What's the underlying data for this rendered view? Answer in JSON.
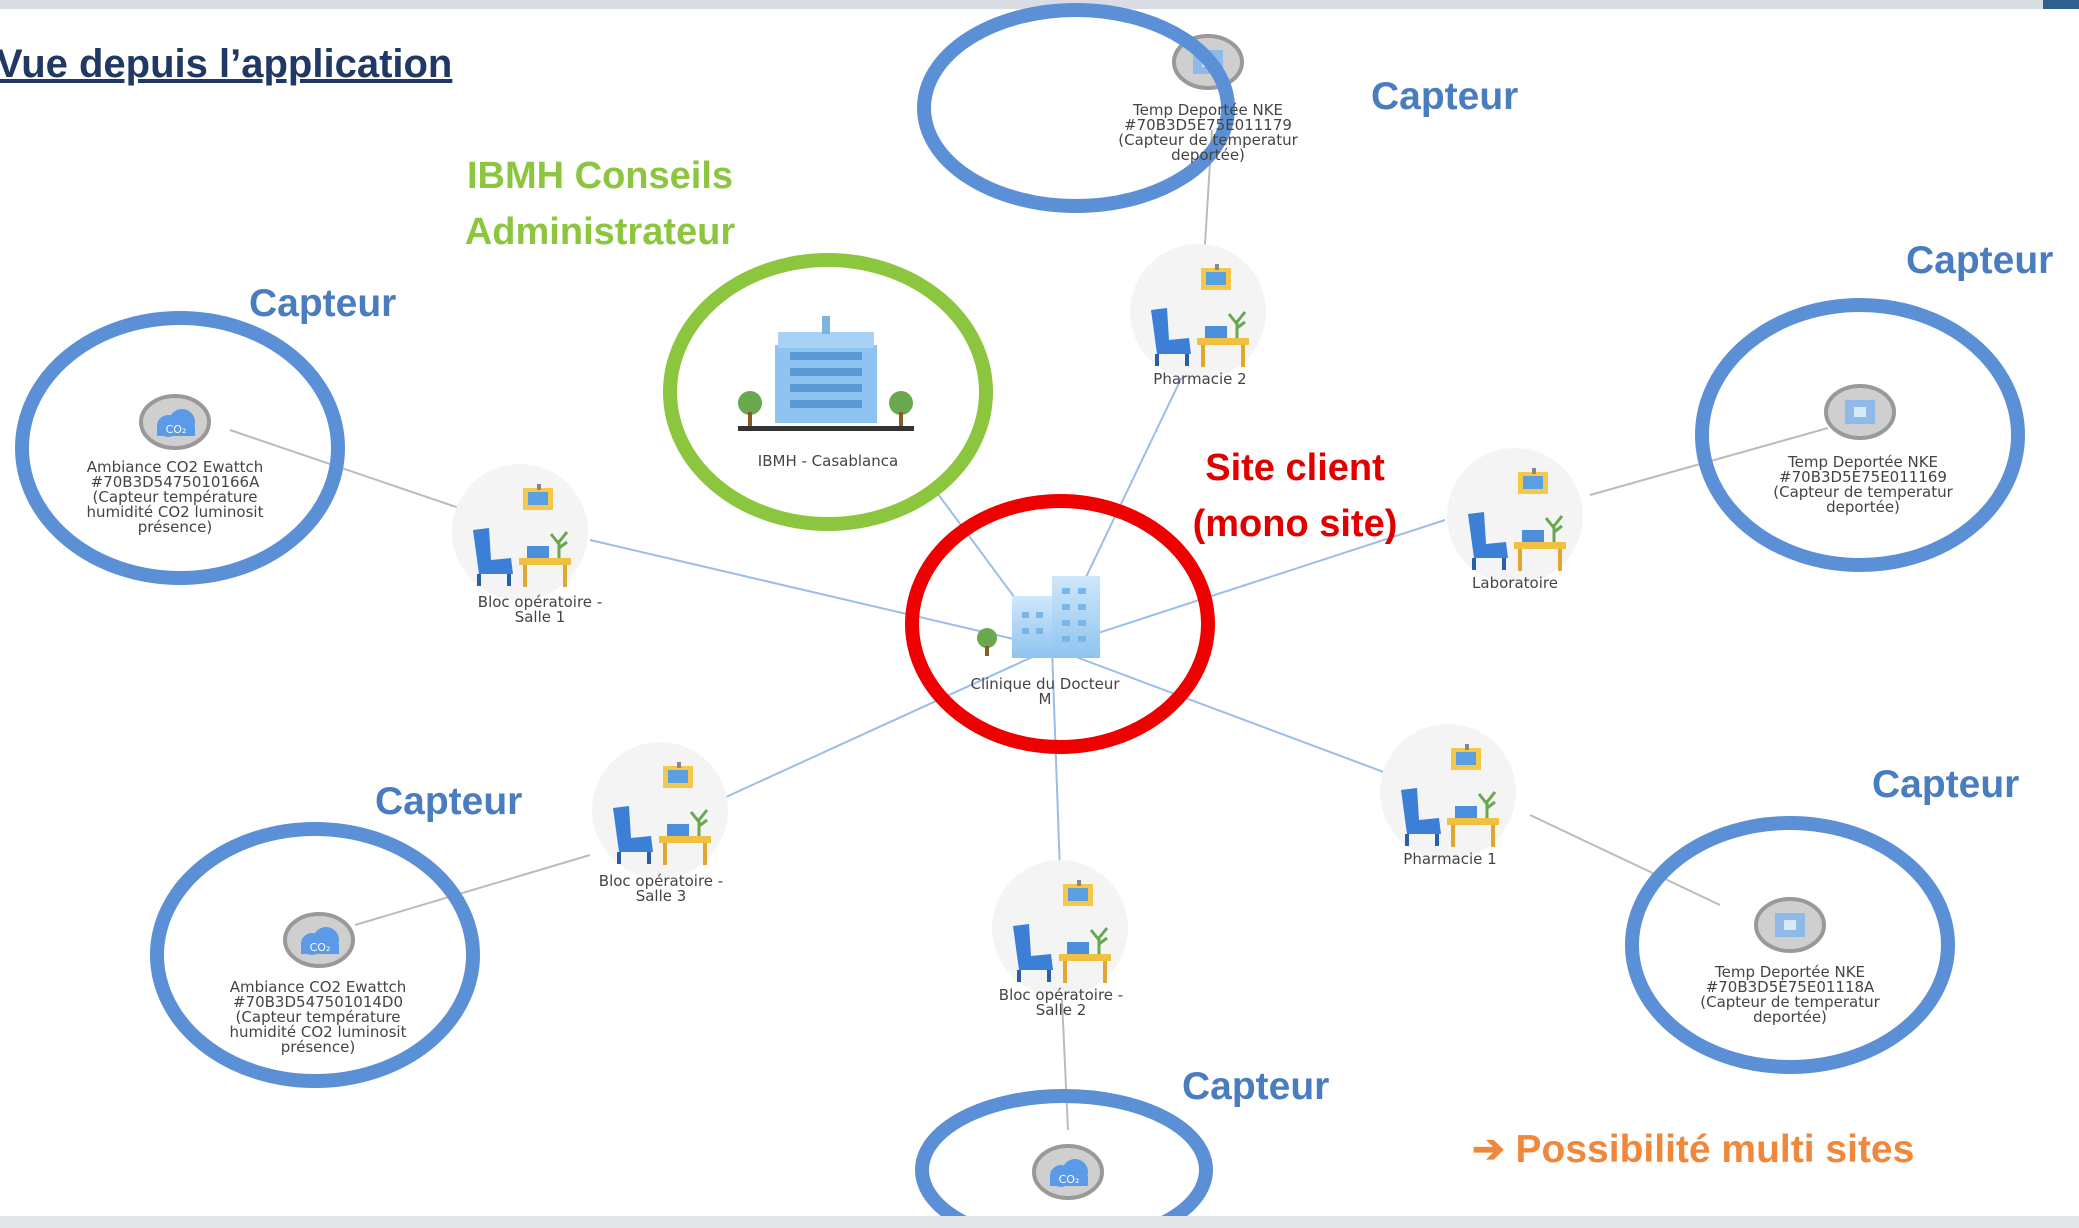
{
  "page_title": "Vue depuis l’application",
  "annotations": {
    "capteur": "Capteur",
    "admin_line1": "IBMH Conseils",
    "admin_line2": "Administrateur",
    "site_line1": "Site client",
    "site_line2": "(mono site)",
    "multi_arrow": "➔",
    "multi": "Possibilité multi sites"
  },
  "nodes": {
    "center": [
      "Clinique du Docteur",
      "M"
    ],
    "admin": [
      "IBMH - Casablanca"
    ],
    "pharmacie2": [
      "Pharmacie 2"
    ],
    "laboratoire": [
      "Laboratoire"
    ],
    "pharmacie1": [
      "Pharmacie 1"
    ],
    "bloc1": [
      "Bloc opératoire -",
      "Salle 1"
    ],
    "bloc2": [
      "Bloc opératoire -",
      "Salle 2"
    ],
    "bloc3": [
      "Bloc opératoire -",
      "Salle 3"
    ],
    "sensor_top": [
      "Temp Deportée NKE",
      "#70B3D5E75E011179",
      "(Capteur de temperatur",
      "deportée)"
    ],
    "sensor_right_top": [
      "Temp Deportée NKE",
      "#70B3D5E75E011169",
      "(Capteur de temperatur",
      "deportée)"
    ],
    "sensor_right_bottom": [
      "Temp Deportée NKE",
      "#70B3D5E75E01118A",
      "(Capteur de temperatur",
      "deportée)"
    ],
    "sensor_left_top": [
      "Ambiance CO2 Ewattch",
      "#70B3D5475010166A",
      "(Capteur température",
      "humidité CO2 luminosit",
      "présence)"
    ],
    "sensor_left_bottom": [
      "Ambiance CO2 Ewattch",
      "#70B3D547501014D0",
      "(Capteur température",
      "humidité CO2 luminosit",
      "présence)"
    ]
  },
  "icon_text": {
    "co2": "CO₂"
  },
  "colors": {
    "title": "#1f3864",
    "capteur": "#4a7dbf",
    "admin": "#8cc63f",
    "site": "#e00000",
    "multi": "#f0883c",
    "edge_blue": "#9bbde8",
    "edge_grey": "#bbbbbb"
  }
}
